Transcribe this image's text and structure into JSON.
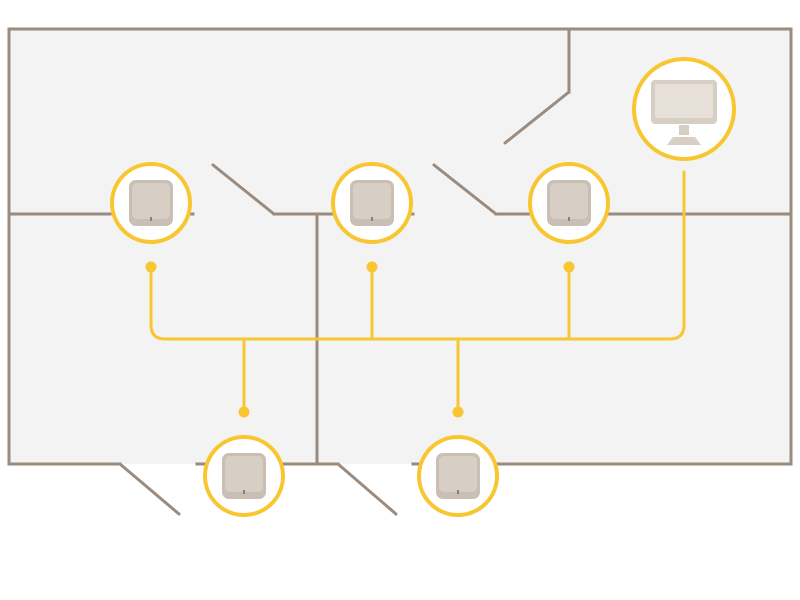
{
  "colors": {
    "background": "#ffffff",
    "floor": "#f3f3f3",
    "wall": "#9a8b7e",
    "network": "#f8c630",
    "node_fill": "#ffffff",
    "device_body": "#d8cfc4",
    "device_frame": "#c9bfb4",
    "device_led": "#8c7f74",
    "monitor_body": "#d8cfc4",
    "monitor_screen": "#e6e0d8"
  },
  "devices": [
    {
      "id": "reader-1",
      "icon": "door-controller-icon",
      "area": "room-top-left"
    },
    {
      "id": "reader-2",
      "icon": "door-controller-icon",
      "area": "room-top-middle"
    },
    {
      "id": "reader-3",
      "icon": "door-controller-icon",
      "area": "room-top-right"
    },
    {
      "id": "reader-4",
      "icon": "door-controller-icon",
      "area": "room-bottom-left"
    },
    {
      "id": "reader-5",
      "icon": "door-controller-icon",
      "area": "room-bottom-right"
    }
  ],
  "workstation": {
    "id": "management-computer",
    "icon": "monitor-icon"
  }
}
